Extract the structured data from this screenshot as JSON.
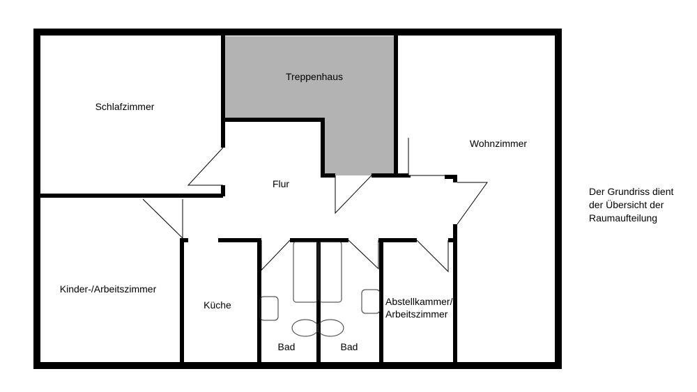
{
  "rooms": {
    "schlafzimmer": "Schlafzimmer",
    "treppenhaus": "Treppenhaus",
    "wohnzimmer": "Wohnzimmer",
    "flur": "Flur",
    "kinder_arbeitszimmer": "Kinder-/Arbeitszimmer",
    "kueche": "Küche",
    "bad_left": "Bad",
    "bad_right": "Bad",
    "abstellkammer_line1": "Abstellkammer/",
    "abstellkammer_line2": "Arbeitszimmer"
  },
  "note": {
    "line1": "Der Grundriss dient",
    "line2": "der Übersicht der",
    "line3": "Raumaufteilung"
  },
  "colors": {
    "wall": "#000000",
    "stairwell_fill": "#b3b3b3",
    "background": "#ffffff",
    "fixture_stroke": "#333333"
  }
}
